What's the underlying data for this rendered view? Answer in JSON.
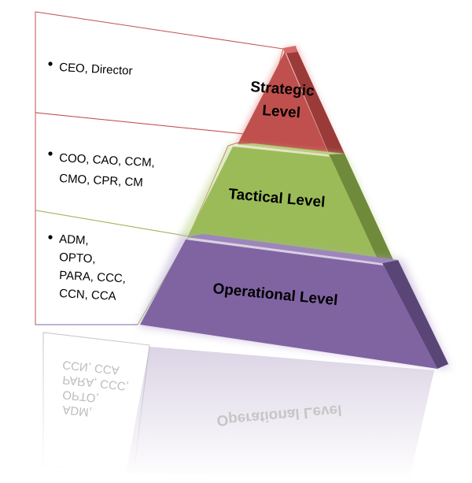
{
  "levels": [
    {
      "name": "Strategic Level",
      "name_lines": [
        "Strategic",
        "Level"
      ],
      "roles_lines": [
        "CEO, Director"
      ],
      "color": "#c0504d"
    },
    {
      "name": "Tactical Level",
      "name_lines": [
        "Tactical Level"
      ],
      "roles_lines": [
        "COO, CAO, CCM,",
        "CMO, CPR, CM"
      ],
      "color": "#9bbb59"
    },
    {
      "name": "Operational Level",
      "name_lines": [
        "Operational Level"
      ],
      "roles_lines": [
        "ADM,",
        "OPTO,",
        "PARA, CCC,",
        "CCN, CCA"
      ],
      "color": "#8064a2"
    }
  ]
}
